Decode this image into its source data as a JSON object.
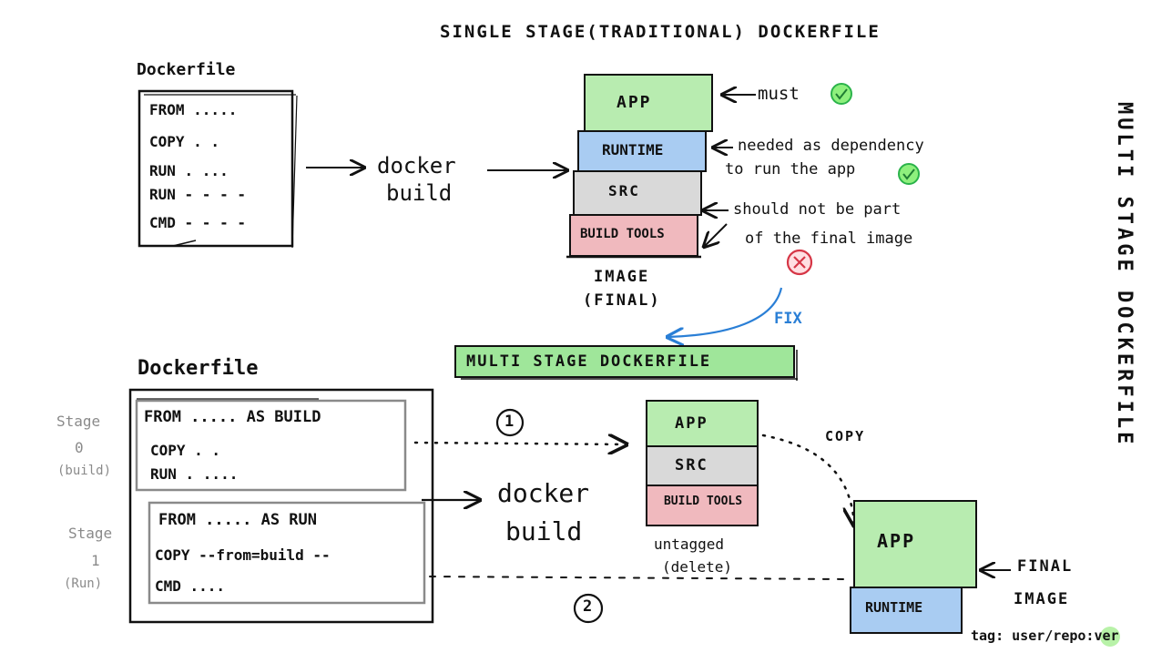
{
  "top_title": "SINGLE STAGE(TRADITIONAL) DOCKERFILE",
  "side_title": "MULTI STAGE DOCKERFILE",
  "top_dockerfile": {
    "title": "Dockerfile",
    "lines": [
      "FROM .....",
      "COPY . .",
      "RUN . ...",
      "RUN - - - -",
      "CMD - - - -"
    ]
  },
  "top_build": {
    "line1": "docker",
    "line2": "build"
  },
  "top_image": {
    "layers": [
      {
        "label": "APP",
        "color": "#b8ecb0"
      },
      {
        "label": "RUNTIME",
        "color": "#a9ccf2"
      },
      {
        "label": "SRC",
        "color": "#d9d9d9"
      },
      {
        "label": "BUILD TOOLS",
        "color": "#f0b9be"
      }
    ],
    "caption1": "IMAGE",
    "caption2": "(FINAL)"
  },
  "annotations": {
    "must": "must",
    "dependency1": "needed as dependency",
    "dependency2": "to run the app",
    "not_part1": "should not be part",
    "not_part2": "of the final image",
    "fix": "FIX"
  },
  "multi_banner": "MULTI STAGE DOCKERFILE",
  "bottom_dockerfile": {
    "title": "Dockerfile",
    "stage0": {
      "label1": "Stage",
      "label2": "0",
      "label3": "(build)",
      "lines": [
        "FROM ..... AS BUILD",
        "COPY . .",
        "RUN . ...."
      ]
    },
    "stage1": {
      "label1": "Stage",
      "label2": "1",
      "label3": "(Run)",
      "lines": [
        "FROM ..... AS RUN",
        "COPY --from=build --",
        "CMD ...."
      ]
    }
  },
  "bottom_build": {
    "line1": "docker",
    "line2": "build"
  },
  "step_markers": {
    "one": "1",
    "two": "2"
  },
  "untagged_image": {
    "layers": [
      {
        "label": "APP",
        "color": "#b8ecb0"
      },
      {
        "label": "SRC",
        "color": "#d9d9d9"
      },
      {
        "label": "BUILD TOOLS",
        "color": "#f0b9be"
      }
    ],
    "caption1": "untagged",
    "caption2": "(delete)"
  },
  "copy_label": "COPY",
  "final_image": {
    "layers": [
      {
        "label": "APP",
        "color": "#b8ecb0"
      },
      {
        "label": "RUNTIME",
        "color": "#a9ccf2"
      }
    ],
    "label1": "FINAL",
    "label2": "IMAGE",
    "tag": "tag: user/repo:ver"
  }
}
